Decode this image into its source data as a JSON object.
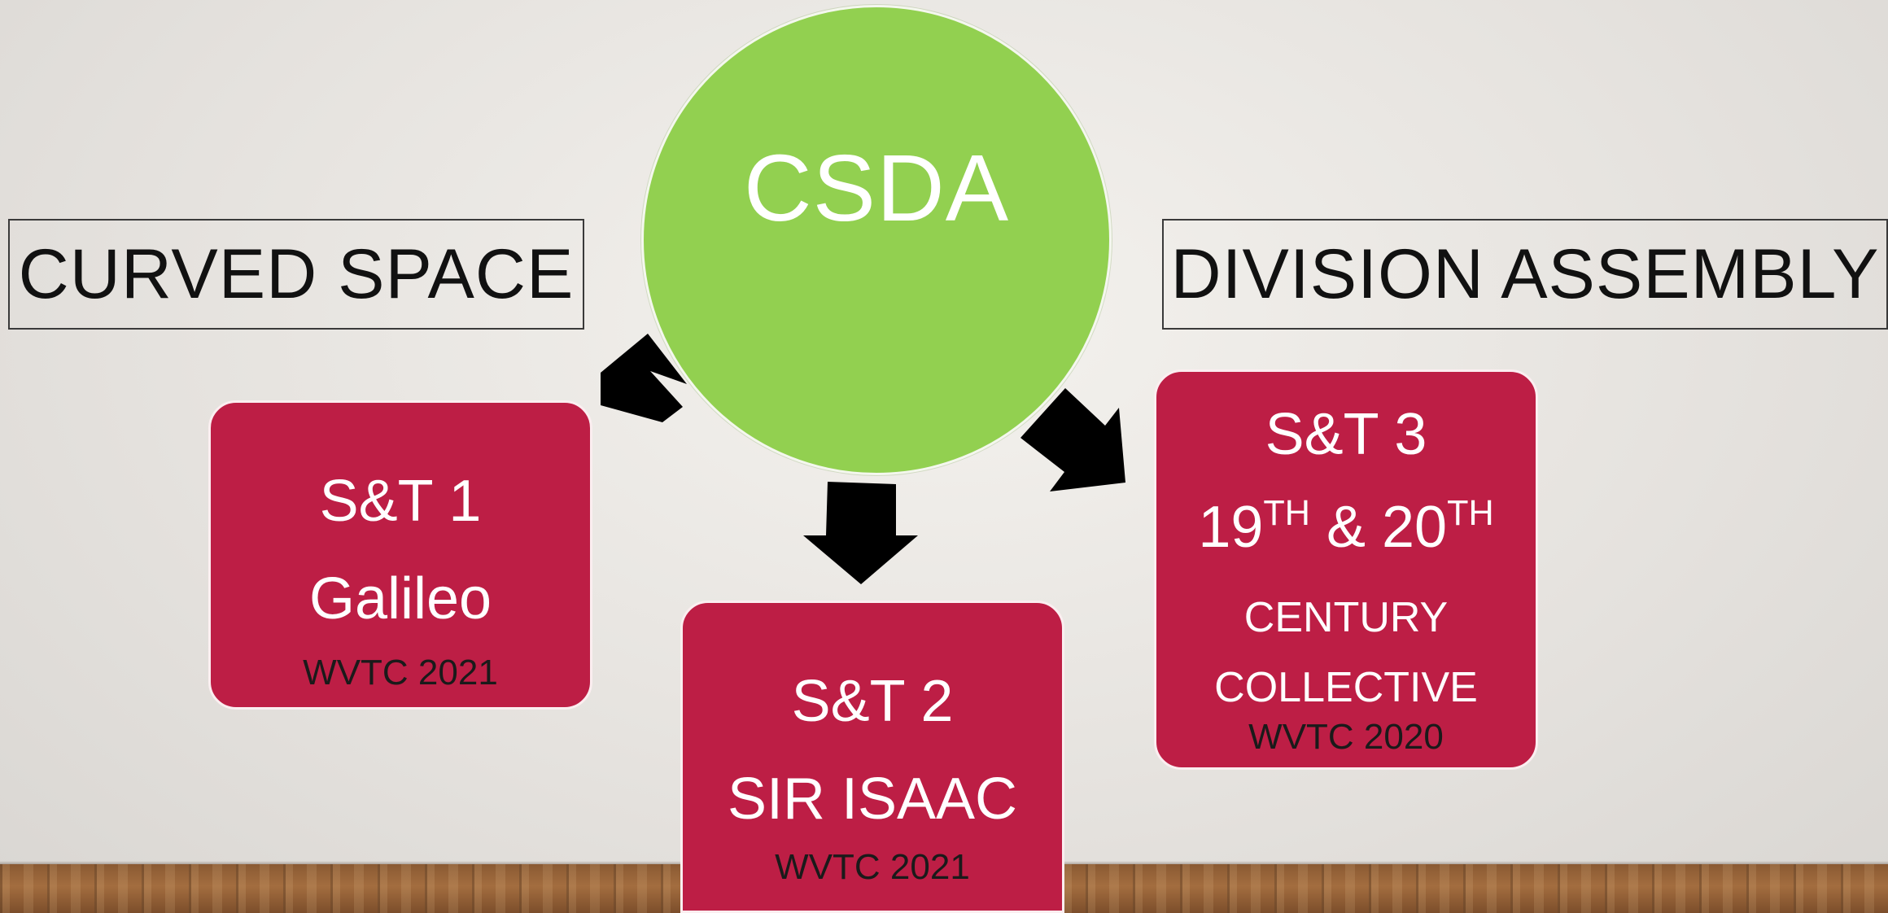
{
  "labels": {
    "left": "CURVED SPACE",
    "right": "DIVISION ASSEMBLY"
  },
  "center": {
    "title": "CSDA",
    "color": "#92d050"
  },
  "cards": [
    {
      "title": "S&T 1",
      "name": "Galileo",
      "note": "WVTC 2021"
    },
    {
      "title": "S&T 2",
      "name": "SIR ISAAC",
      "note": "WVTC 2021"
    },
    {
      "title": "S&T 3",
      "line2": {
        "n1": "19",
        "sup1": "TH",
        "amp": " & ",
        "n2": "20",
        "sup2": "TH"
      },
      "name_line1": "CENTURY",
      "name_line2": "COLLECTIVE",
      "note": "WVTC 2020"
    }
  ],
  "colors": {
    "card": "#bd1e45",
    "arrow": "#000000"
  }
}
